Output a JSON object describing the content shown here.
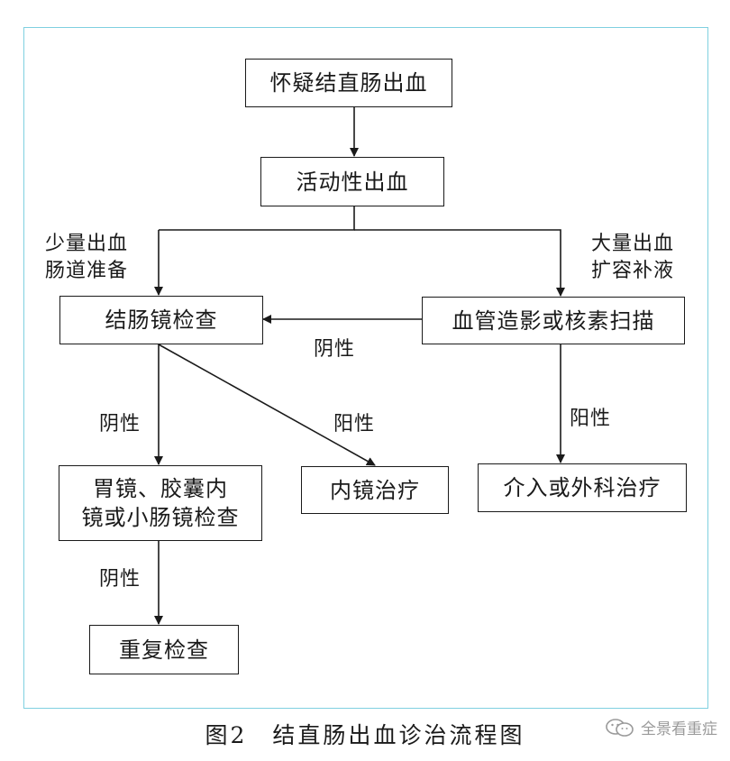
{
  "nodes": {
    "suspect": "怀疑结直肠出血",
    "active": "活动性出血",
    "colonoscopy": "结肠镜检查",
    "angiography": "血管造影或核素扫描",
    "gastroscopy": "胃镜、胶囊内\n镜或小肠镜检查",
    "endo_treatment": "内镜治疗",
    "intervention": "介入或外科治疗",
    "recheck": "重复检查"
  },
  "edge_labels": {
    "small_bleed": "少量出血\n肠道准备",
    "large_bleed": "大量出血\n扩容补液",
    "neg_angio": "阴性",
    "neg_colon": "阴性",
    "pos_colon": "阳性",
    "pos_angio": "阳性",
    "neg_gastro": "阴性"
  },
  "caption": "图2　结直肠出血诊治流程图",
  "watermark": {
    "text": "全景看重症",
    "icon": "wechat-icon"
  },
  "colors": {
    "frame": "#7fd0e0",
    "line": "#1a1a1a",
    "watermark": "#9a9a9a"
  }
}
